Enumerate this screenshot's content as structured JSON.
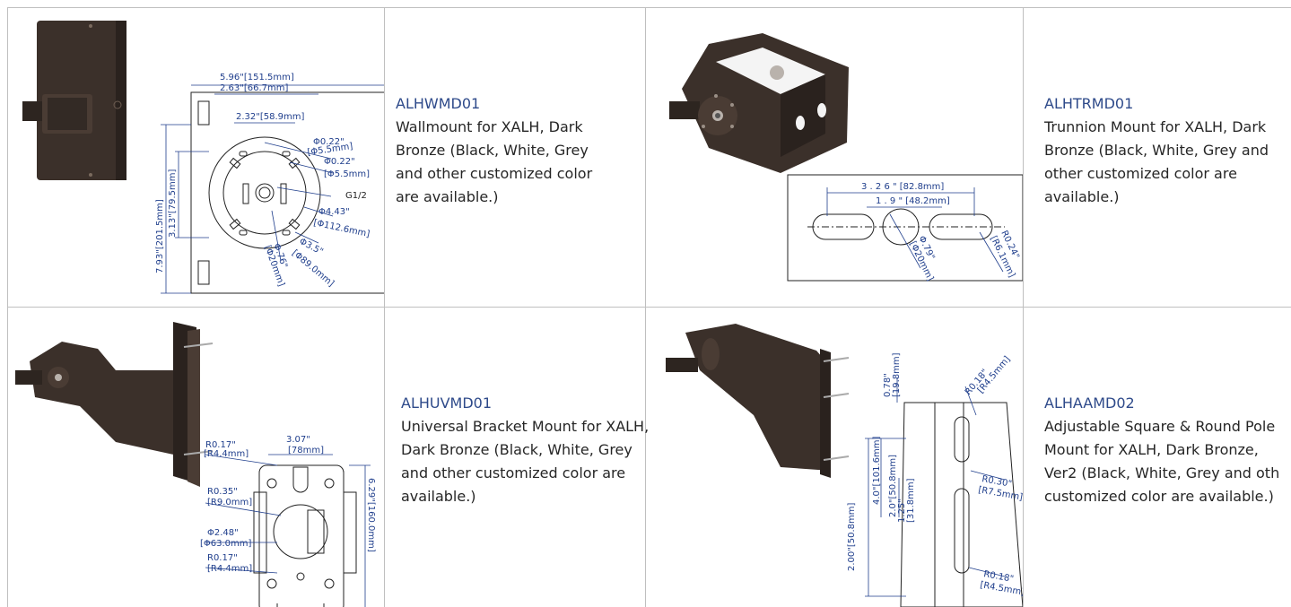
{
  "products": [
    {
      "code": "ALHWMD01",
      "desc_lines": [
        "Wallmount for XALH, Dark",
        "Bronze  (Black, White, Grey",
        "and other customized color",
        "are available.)"
      ],
      "dims": [
        "5.96\"[151.5mm]",
        "2.63\"[66.7mm]",
        "2.32\"[58.9mm]",
        "Φ0.22\"",
        "[Φ5.5mm]",
        "Φ0.22\"",
        "[Φ5.5mm]",
        "G1/2",
        "Φ4.43\"",
        "[Φ112.6mm]",
        "Φ3.5\"",
        "[Φ89.0mm]",
        "Φ.76\"",
        "[Φ20mm]",
        "7.93\"[201.5mm]",
        "3.13\"[79.5mm]"
      ]
    },
    {
      "code": "ALHTRMD01",
      "desc_lines": [
        "Trunnion Mount for XALH, Dark",
        "Bronze (Black, White, Grey and",
        "other customized color are",
        "available.)"
      ],
      "dims": [
        "3 . 2 6 \" [82.8mm]",
        "1 . 9 \" [48.2mm]",
        "Φ.79\"",
        "[Φ20mm]",
        "R0.24\"",
        "[R6.1mm]"
      ]
    },
    {
      "code": "ALHUVMD01",
      "desc_lines": [
        "Universal Bracket Mount for XALH,",
        "Dark Bronze (Black, White, Grey",
        "and other customized color are",
        "available.)"
      ],
      "dims": [
        "R0.17\"",
        "[R4.4mm]",
        "3.07\"",
        "[78mm]",
        "R0.35\"",
        "[R9.0mm]",
        "Φ2.48\"",
        "[Φ63.0mm]",
        "R0.17\"",
        "[R4.4mm]",
        "6.29\"[160.0mm]"
      ]
    },
    {
      "code": "ALHAAMD02",
      "desc_lines": [
        "Adjustable Square & Round Pole",
        "Mount for XALH, Dark Bronze,",
        "Ver2 (Black, White, Grey and oth",
        "customized color are available.)"
      ],
      "dims": [
        "0.78\"",
        "[19.8mm]",
        "R0.18\"",
        "[R4.5mm]",
        "4.0\"[101.6mm]",
        "2.0\"[50.8mm]",
        "1.25\"",
        "[31.8mm]",
        "R0.30\"",
        "[R7.5mm]",
        "2.00\"[50.8mm]",
        "R0.18\"",
        "[R4.5mm]"
      ]
    }
  ],
  "colors": {
    "code": "#2e4a8a",
    "text": "#262626",
    "dim": "#1f3e8c",
    "border": "#bfbfbf",
    "bronze": "#3b302a"
  }
}
